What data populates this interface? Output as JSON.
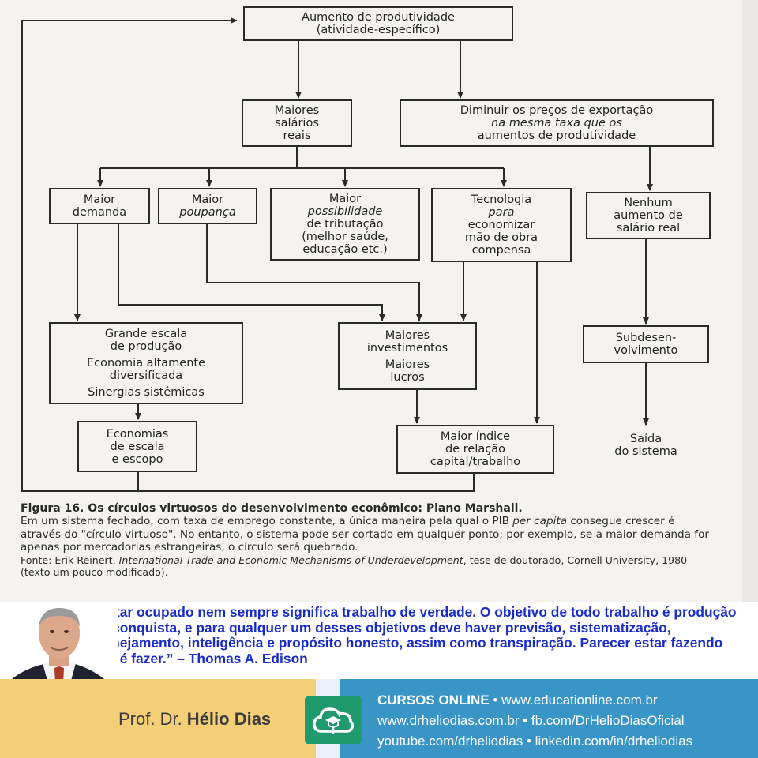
{
  "diagram": {
    "boxes": {
      "produtividade": [
        "Aumento de produtividade",
        "(atividade-específico)"
      ],
      "salarios": [
        "Maiores",
        "salários",
        "reais"
      ],
      "precos": [
        "Diminuir os preços de exportação",
        "na mesma taxa que os",
        "aumentos de produtividade"
      ],
      "demanda": [
        "Maior",
        "demanda"
      ],
      "poupanca": [
        "Maior",
        "poupança"
      ],
      "tributacao": [
        "Maior",
        "possibilidade",
        "de tributação",
        "(melhor saúde,",
        "educação etc.)"
      ],
      "tecnologia": [
        "Tecnologia",
        "para",
        "economizar",
        "mão de obra",
        "compensa"
      ],
      "nenhum": [
        "Nenhum",
        "aumento de",
        "salário real"
      ],
      "escala": [
        "Grande escala",
        "de produção",
        "Economia altamente",
        "diversificada",
        "Sinergias sistêmicas"
      ],
      "investimentos": [
        "Maiores",
        "investimentos",
        "Maiores",
        "lucros"
      ],
      "subdesenvolvimento": [
        "Subdesen-",
        "volvimento"
      ],
      "economias": [
        "Economias",
        "de escala",
        "e escopo"
      ],
      "indice": [
        "Maior índice",
        "de relação",
        "capital/trabalho"
      ]
    },
    "saida": [
      "Saída",
      "do sistema"
    ]
  },
  "caption": {
    "title": "Figura 16. Os círculos virtuosos do desenvolvimento econômico: Plano Marshall.",
    "body_1": "Em um sistema fechado, com taxa de emprego constante, a única maneira pela qual o PIB ",
    "body_italic": "per capita",
    "body_2": " consegue crescer é através do \"círculo virtuoso\". No entanto, o sistema pode ser cortado em qualquer ponto; por exemplo, se a maior demanda for apenas por mercadorias estrangeiras, o círculo será quebrado.",
    "source_1": "Fonte: Erik Reinert, ",
    "source_italic": "International Trade and Economic Mechanisms of Underdevelopment",
    "source_2": ", tese de doutorado, Cornell University, 1980 (texto um pouco modificado)."
  },
  "quote": "“Estar ocupado nem sempre significa trabalho de verdade. O objetivo de todo trabalho é produção ou conquista, e para qualquer um desses objetivos deve haver previsão, sistematização, planejamento, inteligência e propósito honesto, assim como transpiração. Parecer estar fazendo não é fazer.” – Thomas A. Edison",
  "footer": {
    "prof_prefix": "Prof. Dr. ",
    "prof_name": "Hélio Dias",
    "line1_bold": "CURSOS ONLINE",
    "line1_rest": " • www.educationline.com.br",
    "line2": "www.drheliodias.com.br • fb.com/DrHelioDiasOficial",
    "line3": "youtube.com/drheliodias • linkedin.com/in/drheliodias"
  },
  "colors": {
    "quote": "#1a2cc8",
    "footer_left": "#f5cf78",
    "footer_right": "#3a95c7",
    "logo": "#1e9a6e"
  }
}
